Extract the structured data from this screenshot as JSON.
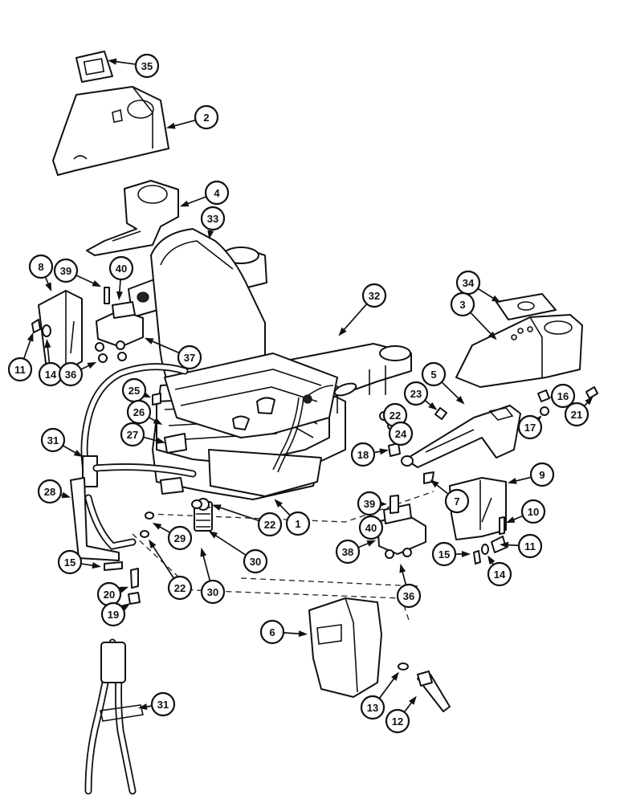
{
  "diagram": {
    "callouts": [
      "35",
      "2",
      "4",
      "33",
      "8",
      "39",
      "40",
      "34",
      "32",
      "3",
      "11",
      "14",
      "36",
      "37",
      "25",
      "5",
      "16",
      "21",
      "26",
      "23",
      "22",
      "17",
      "31",
      "27",
      "24",
      "18",
      "28",
      "7",
      "9",
      "39",
      "10",
      "40",
      "38",
      "11",
      "15",
      "14",
      "29",
      "22",
      "30",
      "1",
      "15",
      "22",
      "30",
      "20",
      "36",
      "19",
      "6",
      "13",
      "12",
      "31"
    ]
  }
}
